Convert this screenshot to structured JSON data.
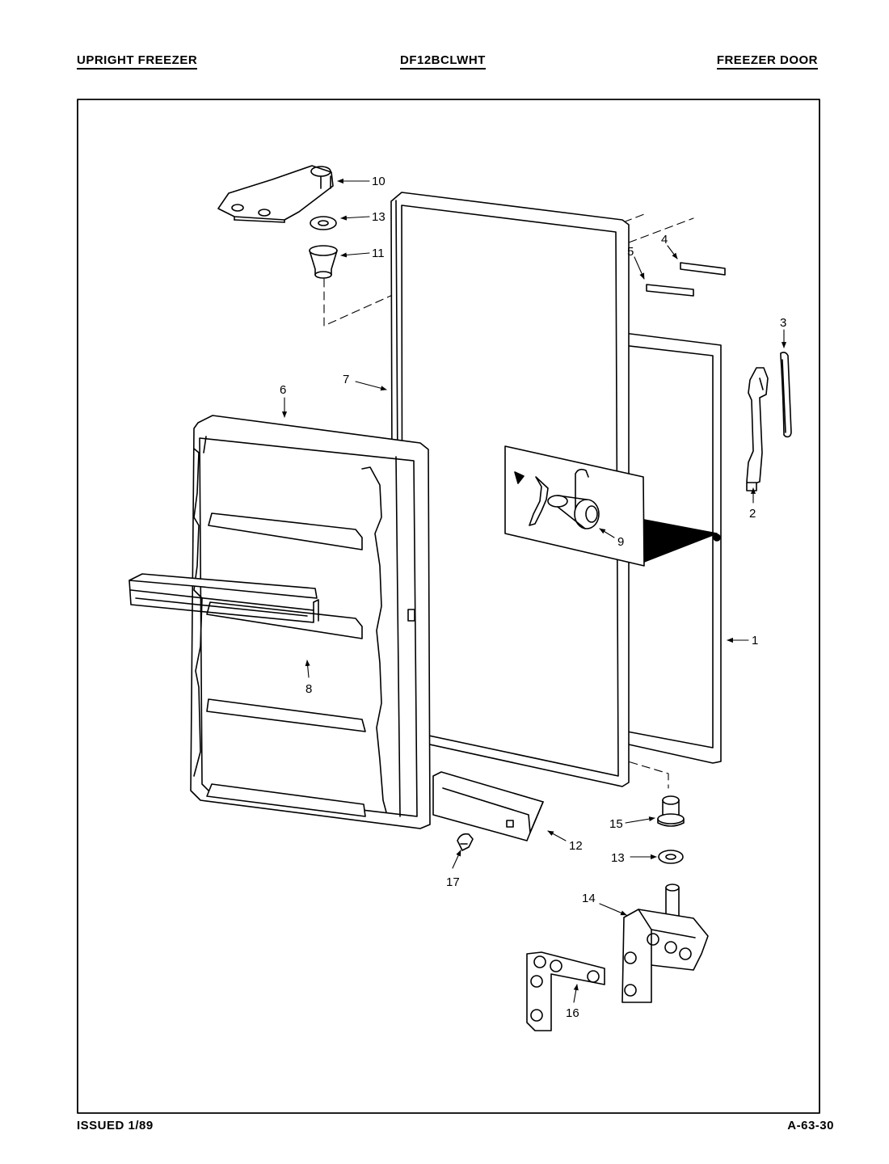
{
  "header": {
    "left": "UPRIGHT FREEZER",
    "center": "DF12BCLWHT",
    "right": "FREEZER DOOR"
  },
  "footer": {
    "left": "ISSUED 1/89",
    "right": "A-63-30"
  },
  "callouts": {
    "c1": "1",
    "c2": "2",
    "c3": "3",
    "c4": "4",
    "c5": "5",
    "c6": "6",
    "c7": "7",
    "c8": "8",
    "c9": "9",
    "c10": "10",
    "c11": "11",
    "c12": "12",
    "c13a": "13",
    "c13b": "13",
    "c14": "14",
    "c15": "15",
    "c16": "16",
    "c17": "17"
  }
}
